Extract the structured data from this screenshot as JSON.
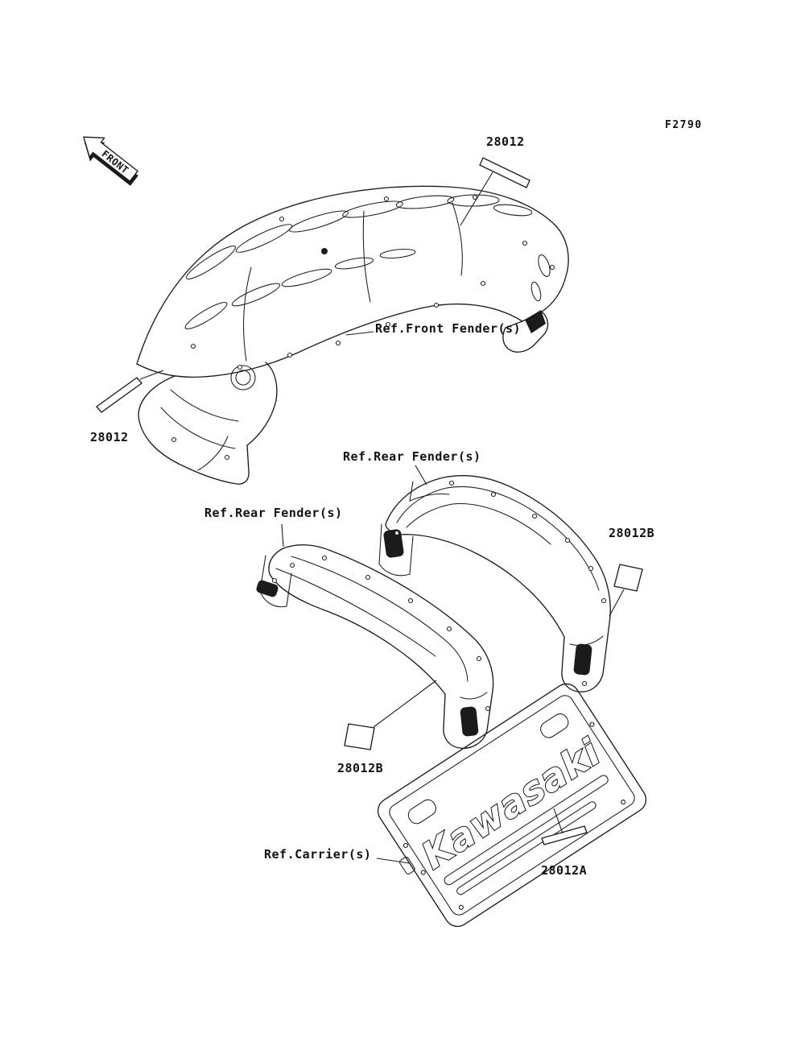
{
  "figure": {
    "code": "F2790",
    "front_marker": "FRONT"
  },
  "drawing": {
    "brand_logo": "Kawasaki",
    "line_color": "#1c1c1c"
  },
  "callouts": {
    "front_fender_ref": "Ref.Front Fender(s)",
    "rear_fender_ref_right": "Ref.Rear Fender(s)",
    "rear_fender_ref_left": "Ref.Rear Fender(s)",
    "carrier_ref": "Ref.Carrier(s)",
    "decal_28012_top": "28012",
    "decal_28012_left": "28012",
    "decal_28012b_right": "28012B",
    "decal_28012b_left": "28012B",
    "decal_28012a": "28012A"
  }
}
